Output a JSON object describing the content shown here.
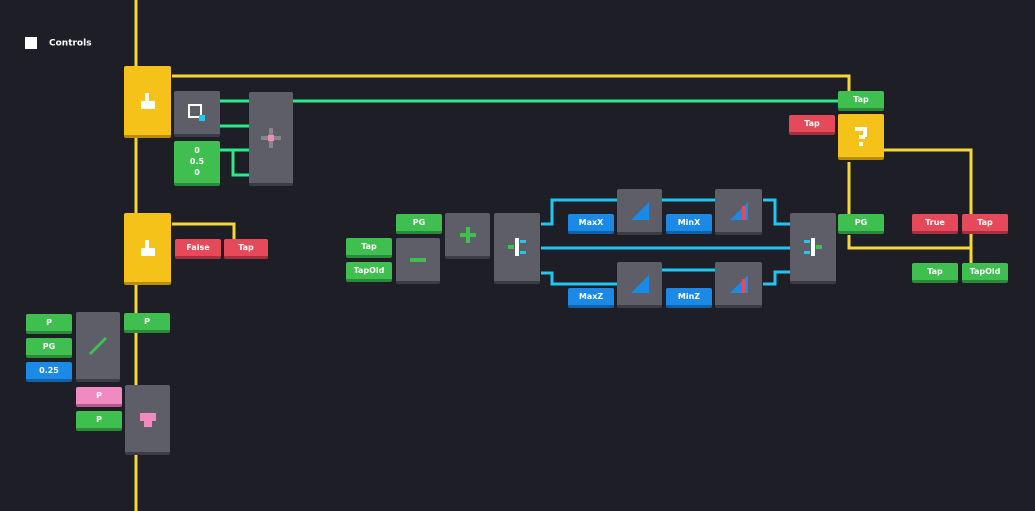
{
  "title": "Controls",
  "colors": {
    "background": "#1e1e26",
    "wire_flow": "#f5d73a",
    "wire_object": "#2ee88a",
    "wire_float": "#22c6f0",
    "number_pin": "#1b8ae6",
    "bool_pin": "#e64a5a",
    "object_pin": "#3fbf4f",
    "color_pin": "#f08ac0"
  },
  "pins": {
    "tap_top": "Tap",
    "tap_left": "Tap",
    "vector": [
      "0",
      "0.5",
      "0"
    ],
    "false": "False",
    "tap_false": "Tap",
    "pg1": "PG",
    "tap_sub": "Tap",
    "tapold_sub": "TapOld",
    "maxx": "MaxX",
    "minx": "MinX",
    "maxz": "MaxZ",
    "minz": "MinZ",
    "pg_right": "PG",
    "true": "True",
    "tap_true": "Tap",
    "tap_bottom": "Tap",
    "tapold_bottom": "TapOld",
    "p_in": "P",
    "pg_in": "PG",
    "num_025": "0.25",
    "p_out": "P",
    "p_pink": "P",
    "p_green": "P"
  },
  "icons": [
    "touch-icon",
    "object-pick-icon",
    "add-vector-icon",
    "if-icon",
    "add-icon",
    "subtract-icon",
    "split-icon",
    "min-icon",
    "max-icon",
    "join-icon",
    "lerp-icon",
    "set-color-icon"
  ]
}
